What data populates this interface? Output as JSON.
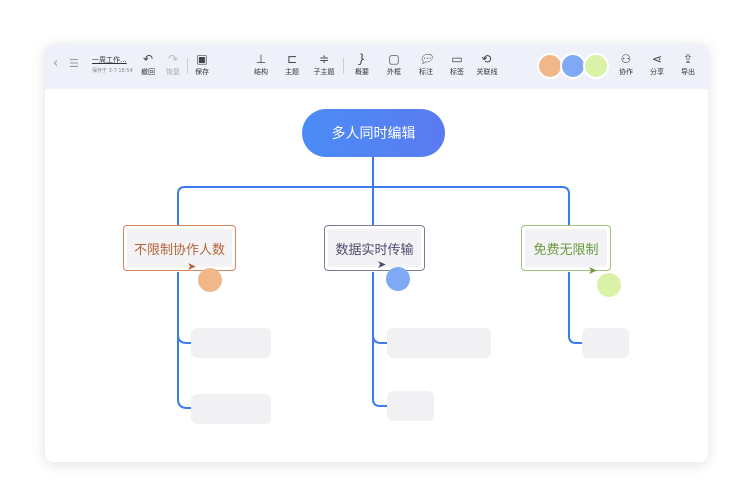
{
  "toolbar": {
    "doc_title": "一周工作...",
    "doc_saved": "保存于 3-7 18:54",
    "undo": "撤回",
    "redo": "恢复",
    "save": "保存",
    "structure": "结构",
    "topic": "主题",
    "subtopic": "子主题",
    "summary": "概要",
    "frame": "外框",
    "callout": "标注",
    "tag": "标签",
    "relation": "关联线",
    "collaborate": "协作",
    "share": "分享",
    "export": "导出"
  },
  "map": {
    "root": "多人同时编辑",
    "children": [
      "不限制协作人数",
      "数据实时传输",
      "免费无限制"
    ]
  },
  "colors": {
    "accent": "#3b7cf0",
    "orange": "#d3875c",
    "purple": "#7e7a9e",
    "green": "#9cc47c"
  }
}
